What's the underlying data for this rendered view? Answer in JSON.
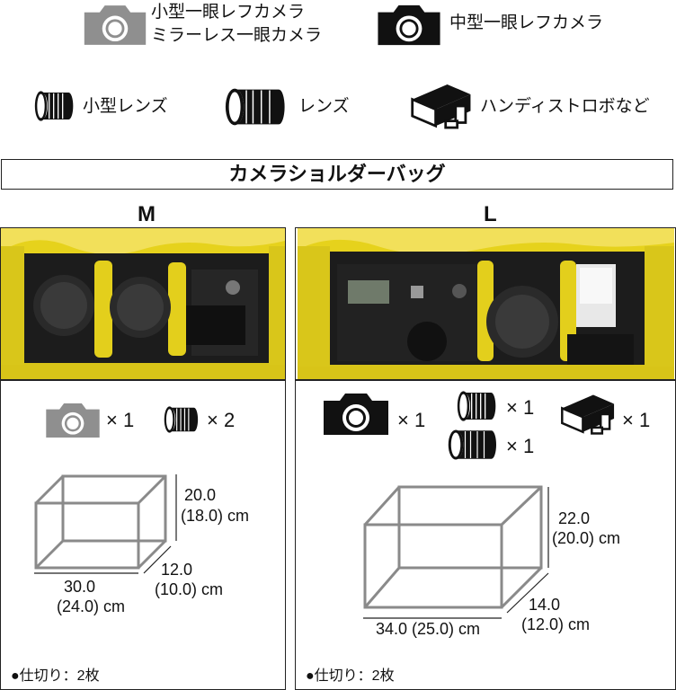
{
  "legend": {
    "small_camera_line1": "小型一眼レフカメラ",
    "small_camera_line2": "ミラーレス一眼カメラ",
    "medium_camera": "中型一眼レフカメラ",
    "small_lens": "小型レンズ",
    "lens": "レンズ",
    "strobe": "ハンディストロボなど"
  },
  "title": "カメラショルダーバッグ",
  "sizes": {
    "m": {
      "label": "M",
      "camera_count": "× 1",
      "lens_count": "× 2",
      "height": "20.0",
      "height_inner": "(18.0) cm",
      "depth": "12.0",
      "depth_inner": "(10.0) cm",
      "width": "30.0",
      "width_inner": "(24.0) cm",
      "partitions": "●仕切り：2枚"
    },
    "l": {
      "label": "L",
      "camera_count": "× 1",
      "lens1_count": "× 1",
      "lens2_count": "× 1",
      "strobe_count": "× 1",
      "height": "22.0",
      "height_inner": "(20.0) cm",
      "depth": "14.0",
      "depth_inner": "(12.0) cm",
      "width": "34.0 (25.0) cm",
      "partitions": "●仕切り：2枚"
    }
  },
  "icons": {
    "small_camera": "camera-icon-gray",
    "medium_camera": "camera-icon-black",
    "small_lens": "small-lens-icon",
    "lens": "lens-icon",
    "strobe": "strobe-icon"
  },
  "colors": {
    "bag_yellow": "#e6d21c",
    "gray_camera": "#8f8f8f",
    "box_lines": "#8a8a8a"
  }
}
